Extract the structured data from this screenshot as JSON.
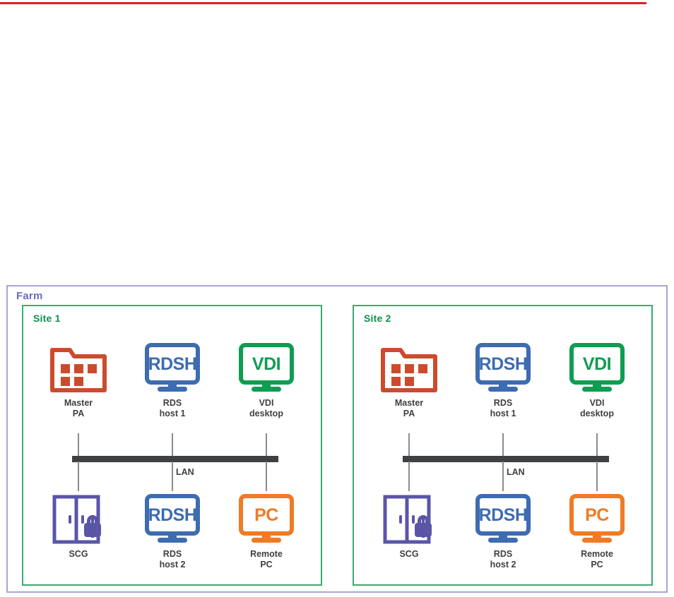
{
  "page": {
    "accent_rule_color": "#da2128"
  },
  "farm": {
    "label": "Farm",
    "border_color": "#a7a5d8",
    "title_color": "#6b6bbf"
  },
  "colors": {
    "master_pa": "#cc4b2c",
    "rdsh": "#3d6cb0",
    "vdi": "#0f9d51",
    "scg": "#5b55a8",
    "pc": "#ef7b26",
    "lan_bus": "#3f4042",
    "drop_line": "#8b8b8b",
    "site_border": "#3aab6e",
    "site_title": "#0f8f4a",
    "label_text": "#3f3f3f"
  },
  "sites": [
    {
      "title": "Site 1",
      "lan_label": "LAN",
      "nodes": [
        {
          "icon": "folder-grid-icon",
          "badge": "",
          "label": "Master\nPA",
          "column": 1,
          "row": "top"
        },
        {
          "icon": "monitor-icon",
          "badge": "RDSH",
          "label": "RDS\nhost 1",
          "column": 2,
          "row": "top"
        },
        {
          "icon": "monitor-icon",
          "badge": "VDI",
          "label": "VDI\ndesktop",
          "column": 3,
          "row": "top"
        },
        {
          "icon": "door-lock-icon",
          "badge": "",
          "label": "SCG",
          "column": 1,
          "row": "bottom"
        },
        {
          "icon": "monitor-icon",
          "badge": "RDSH",
          "label": "RDS\nhost 2",
          "column": 2,
          "row": "bottom"
        },
        {
          "icon": "monitor-icon",
          "badge": "PC",
          "label": "Remote\nPC",
          "column": 3,
          "row": "bottom"
        }
      ]
    },
    {
      "title": "Site 2",
      "lan_label": "LAN",
      "nodes": [
        {
          "icon": "folder-grid-icon",
          "badge": "",
          "label": "Master\nPA",
          "column": 1,
          "row": "top"
        },
        {
          "icon": "monitor-icon",
          "badge": "RDSH",
          "label": "RDS\nhost 1",
          "column": 2,
          "row": "top"
        },
        {
          "icon": "monitor-icon",
          "badge": "VDI",
          "label": "VDI\ndesktop",
          "column": 3,
          "row": "top"
        },
        {
          "icon": "door-lock-icon",
          "badge": "",
          "label": "SCG",
          "column": 1,
          "row": "bottom"
        },
        {
          "icon": "monitor-icon",
          "badge": "RDSH",
          "label": "RDS\nhost 2",
          "column": 2,
          "row": "bottom"
        },
        {
          "icon": "monitor-icon",
          "badge": "PC",
          "label": "Remote\nPC",
          "column": 3,
          "row": "bottom"
        }
      ]
    }
  ]
}
